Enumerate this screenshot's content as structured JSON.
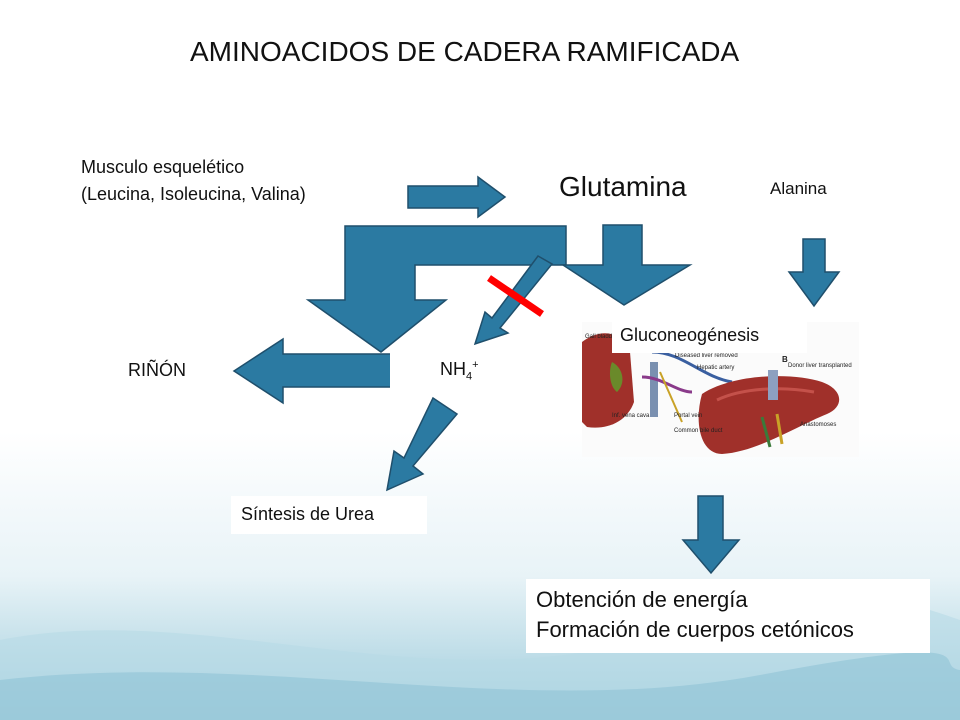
{
  "title": "AMINOACIDOS DE CADERA RAMIFICADA",
  "nodes": {
    "muscle_line1": "Musculo esquelético",
    "muscle_line2": "(Leucina, Isoleucina, Valina)",
    "glutamina": "Glutamina",
    "alanina": "Alanina",
    "rinon": "RIÑÓN",
    "nh4_base": "NH",
    "nh4_sub": "4",
    "nh4_sup": "+",
    "urea": "Síntesis de Urea",
    "gluconeogenesis": "Gluconeogénesis",
    "energia_line1": "Obtención de energía",
    "energia_line2": "Formación de cuerpos cetónicos"
  },
  "liver_labels": {
    "gall_bladder": "Gall bladder removed",
    "diseased": "Diseased liver removed",
    "hepatic_artery": "Hepatic artery",
    "donor": "Donor liver transplanted",
    "inf_vena_cava": "Inf. vena cava",
    "portal_vein": "Portal vein",
    "common_bile_duct": "Common bile duct",
    "anastomoses": "Anastomoses",
    "letter_b": "B"
  },
  "colors": {
    "arrow_fill": "#2b7aa2",
    "arrow_stroke": "#1f4f6c",
    "block_line": "#ff0000",
    "liver": "#a0302a",
    "background_wave": "#8fc3d6"
  }
}
